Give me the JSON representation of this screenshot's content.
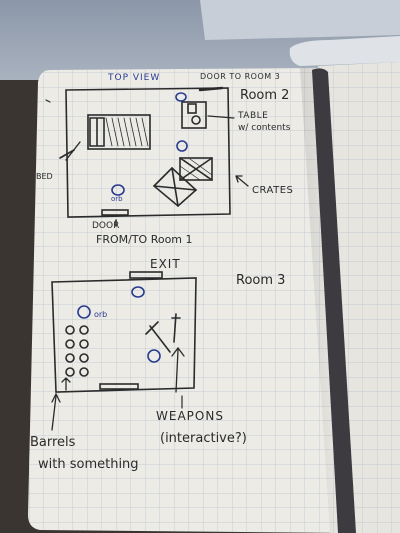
{
  "labels": {
    "top_view": "TOP VIEW",
    "door_to_room3": "DOOR   TO ROOM 3",
    "room2": "Room 2",
    "table_line1": "TABLE",
    "table_line2": "w/ contents",
    "bed": "BED",
    "crates": "CRATES",
    "door_room1_line1": "DOOR",
    "door_room1_line2": "FROM/TO Room 1",
    "exit": "EXIT",
    "room3": "Room 3",
    "orb_room2": "orb",
    "orb_room3": "orb",
    "weapons_line1": "WEAPONS",
    "weapons_line2": "(interactive?)",
    "barrels_line1": "Barrels",
    "barrels_line2": "with something"
  },
  "colors": {
    "paper": "#ecebe6",
    "grid": "#b9c2cc",
    "ink": "#2b2b2b",
    "blue_ink": "#2a3c8f",
    "desk": "#3a3430",
    "laptop": "#c9cdd3",
    "strap": "#3d3a40"
  }
}
